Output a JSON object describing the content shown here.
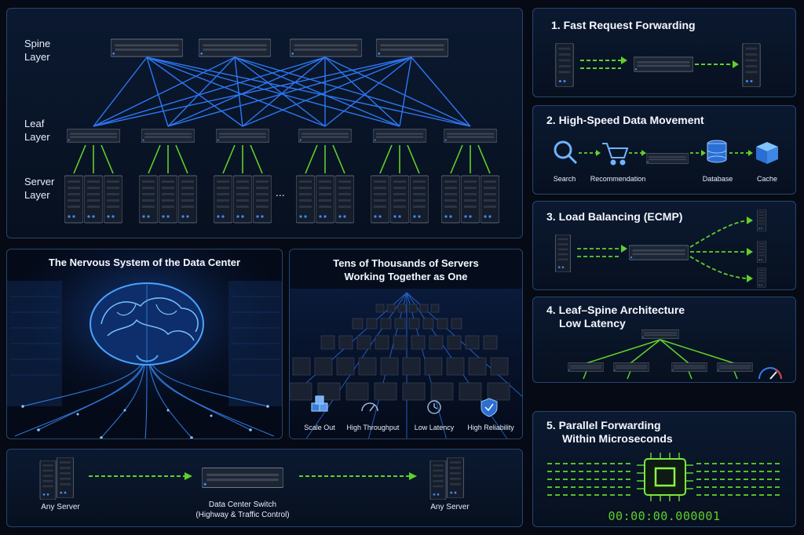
{
  "topology": {
    "spine_label": "Spine\nLayer",
    "leaf_label": "Leaf\nLayer",
    "server_label": "Server\nLayer",
    "ellipsis": "..."
  },
  "nervous": {
    "title": "The Nervous System of the Data Center"
  },
  "servers": {
    "title_line1": "Tens of Thousands of Servers",
    "title_line2": "Working Together as One",
    "features": [
      "Scale Out",
      "High Throughput",
      "Low Latency",
      "High Reliability"
    ]
  },
  "bottom": {
    "left_label": "Any Server",
    "switch_line1": "Data Center Switch",
    "switch_line2": "(Highway & Traffic Control)",
    "right_label": "Any Server"
  },
  "right_panels": {
    "p1": {
      "title": "1. Fast Request Forwarding"
    },
    "p2": {
      "title": "2. High-Speed Data Movement",
      "labels": [
        "Search",
        "Recommendation",
        "Database",
        "Cache"
      ]
    },
    "p3": {
      "title": "3. Load Balancing (ECMP)"
    },
    "p4": {
      "title_line1": "4. Leaf–Spine Architecture",
      "title_line2": "Low Latency"
    },
    "p5": {
      "title_line1": "5. Parallel Forwarding",
      "title_line2": "Within Microseconds",
      "timer": "00:00:00.000001"
    }
  },
  "colors": {
    "blue_link": "#2f7dff",
    "green_link": "#5fd12a",
    "panel_border": "#27456e"
  }
}
